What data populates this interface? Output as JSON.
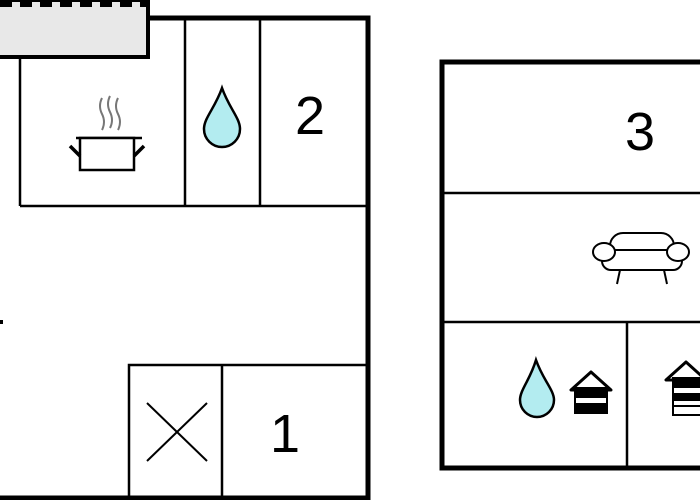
{
  "plan": {
    "colors": {
      "wall": "#000000",
      "background": "#ffffff",
      "terrace": "#e8e8e8",
      "water": "#b3ecf0"
    },
    "left_building": {
      "rooms": [
        {
          "id": "kitchen",
          "icon": "cooking-pot-icon"
        },
        {
          "id": "bathroom-left",
          "icon": "water-drop-icon"
        },
        {
          "id": "bedroom-2",
          "label": "2"
        },
        {
          "id": "living-area"
        },
        {
          "id": "storage",
          "icon": "cross-mark-icon"
        },
        {
          "id": "bedroom-1",
          "label": "1"
        }
      ]
    },
    "right_building": {
      "rooms": [
        {
          "id": "bedroom-3",
          "label": "3"
        },
        {
          "id": "lounge",
          "icon": "sofa-icon"
        },
        {
          "id": "sauna-wet-room",
          "icons": [
            "water-drop-icon",
            "sauna-house-icon"
          ]
        },
        {
          "id": "sauna",
          "icon": "sauna-house-icon"
        }
      ]
    }
  }
}
